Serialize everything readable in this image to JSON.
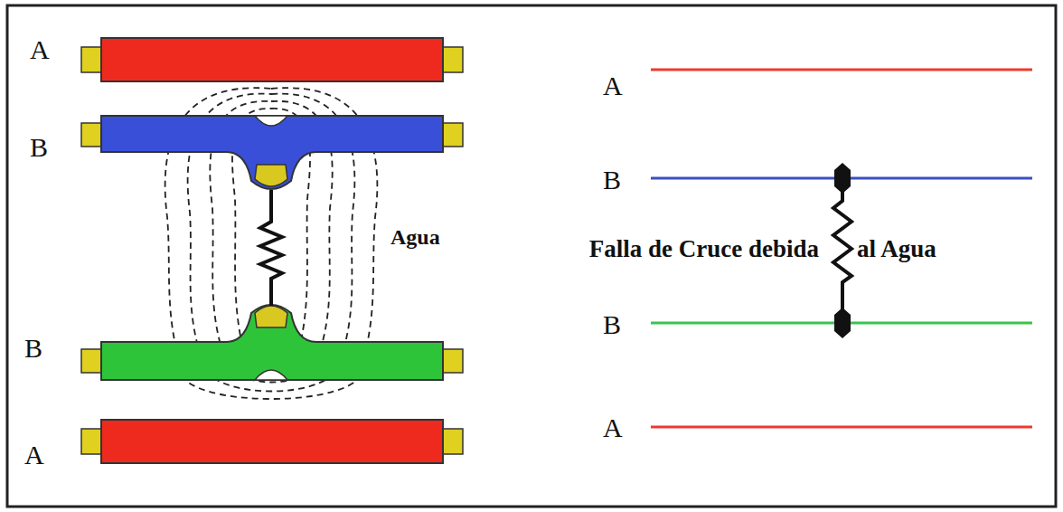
{
  "diagram": {
    "labels": [
      "A",
      "A",
      "B",
      "B",
      "Agua",
      "Falla de Cruce debida",
      "al Agua",
      "B",
      "B",
      "A",
      "A"
    ]
  }
}
